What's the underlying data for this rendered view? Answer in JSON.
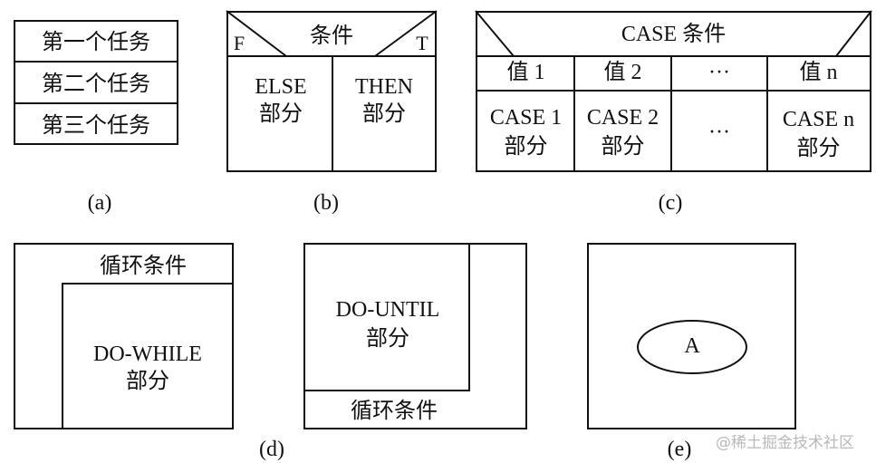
{
  "a": {
    "tasks": [
      "第一个任务",
      "第二个任务",
      "第三个任务"
    ],
    "caption": "(a)"
  },
  "b": {
    "condition": "条件",
    "false_label": "F",
    "true_label": "T",
    "else_line1": "ELSE",
    "else_line2": "部分",
    "then_line1": "THEN",
    "then_line2": "部分",
    "caption": "(b)"
  },
  "c": {
    "header": "CASE 条件",
    "values": [
      "值 1",
      "值 2",
      "···",
      "值 n"
    ],
    "parts": [
      {
        "line1": "CASE 1",
        "line2": "部分"
      },
      {
        "line1": "CASE 2",
        "line2": "部分"
      },
      {
        "line1": "···",
        "line2": ""
      },
      {
        "line1": "CASE n",
        "line2": "部分"
      }
    ],
    "caption": "(c)"
  },
  "d": {
    "condition": "循环条件",
    "body_line1": "DO-WHILE",
    "body_line2": "部分",
    "caption": "(d)"
  },
  "d2": {
    "body_line1": "DO-UNTIL",
    "body_line2": "部分",
    "condition": "循环条件"
  },
  "e": {
    "node": "A",
    "caption": "(e)"
  },
  "watermark": "@稀土掘金技术社区"
}
